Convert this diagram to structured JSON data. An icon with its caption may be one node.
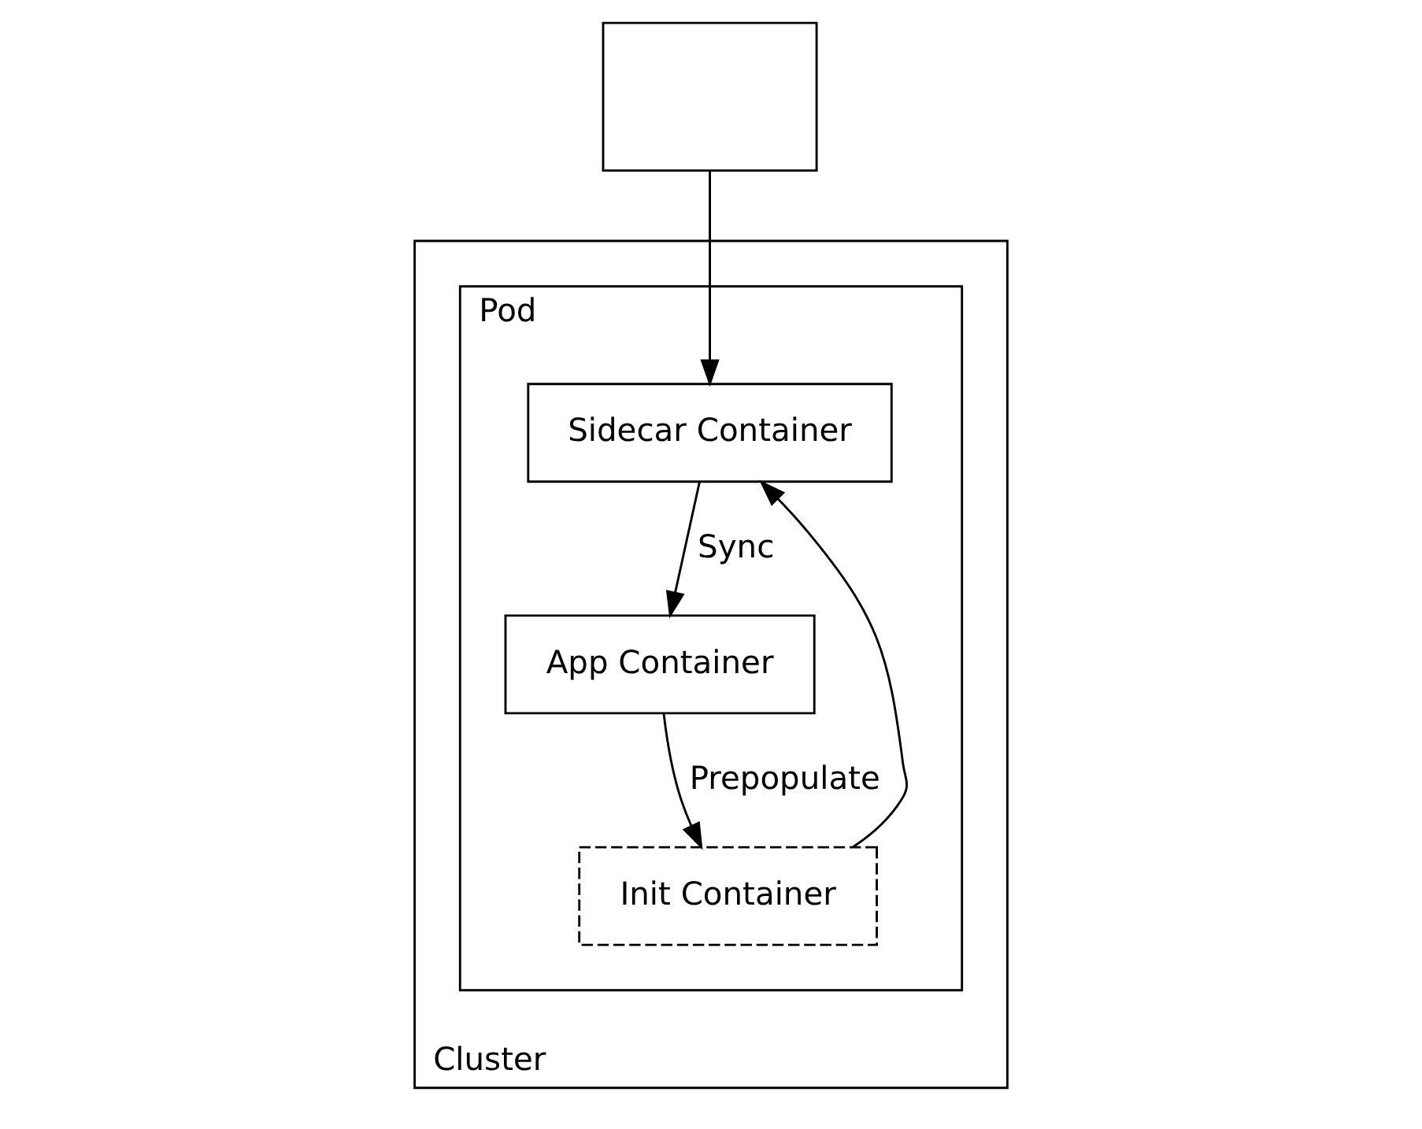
{
  "diagram": {
    "nodes": [
      {
        "text": [],
        "shape": "box"
      },
      {
        "text": [
          "Cluster"
        ]
      },
      {
        "text": [
          "Pod"
        ],
        "in": 1
      },
      {
        "text": [
          "App Container"
        ],
        "in": 2
      },
      {
        "text": [
          "Sidecar Container"
        ],
        "in": 2
      },
      {
        "text": [
          "Init Container"
        ],
        "in": 2
      }
    ],
    "edges": [
      {
        "from": 0,
        "to": 4,
        "arrow": "to"
      },
      {
        "from": 4,
        "to": 3,
        "arrow": "to",
        "label": "Sync"
      },
      {
        "from": 3,
        "to": 5,
        "arrow": "to",
        "label": "Prepopulate"
      },
      {
        "from": 5,
        "to": 4,
        "arrow": "to"
      }
    ]
  }
}
